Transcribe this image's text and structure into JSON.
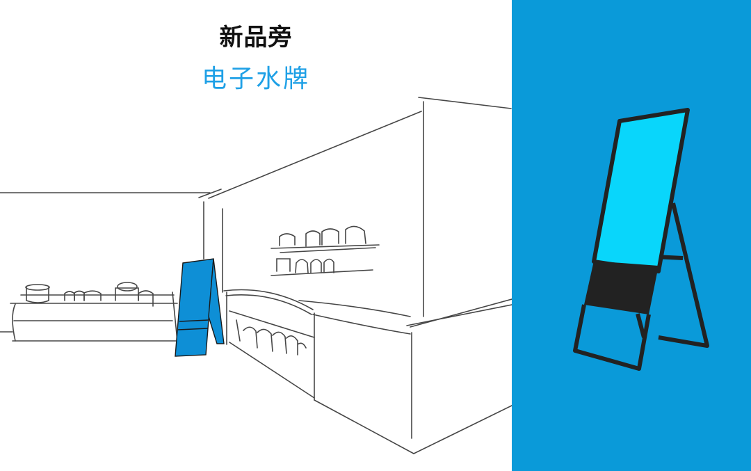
{
  "heading": {
    "title": "新品旁",
    "subtitle": "电子水牌"
  },
  "colors": {
    "panel_bg": "#0a9ad9",
    "screen": "#09d6fb",
    "frame": "#222222",
    "sketch_highlight": "#0e8fd6",
    "subtitle": "#1ea0e6"
  },
  "illustrations": {
    "sketch": "store-interior-sketch-with-display-stand",
    "product": "digital-signage-a-frame-stand"
  }
}
